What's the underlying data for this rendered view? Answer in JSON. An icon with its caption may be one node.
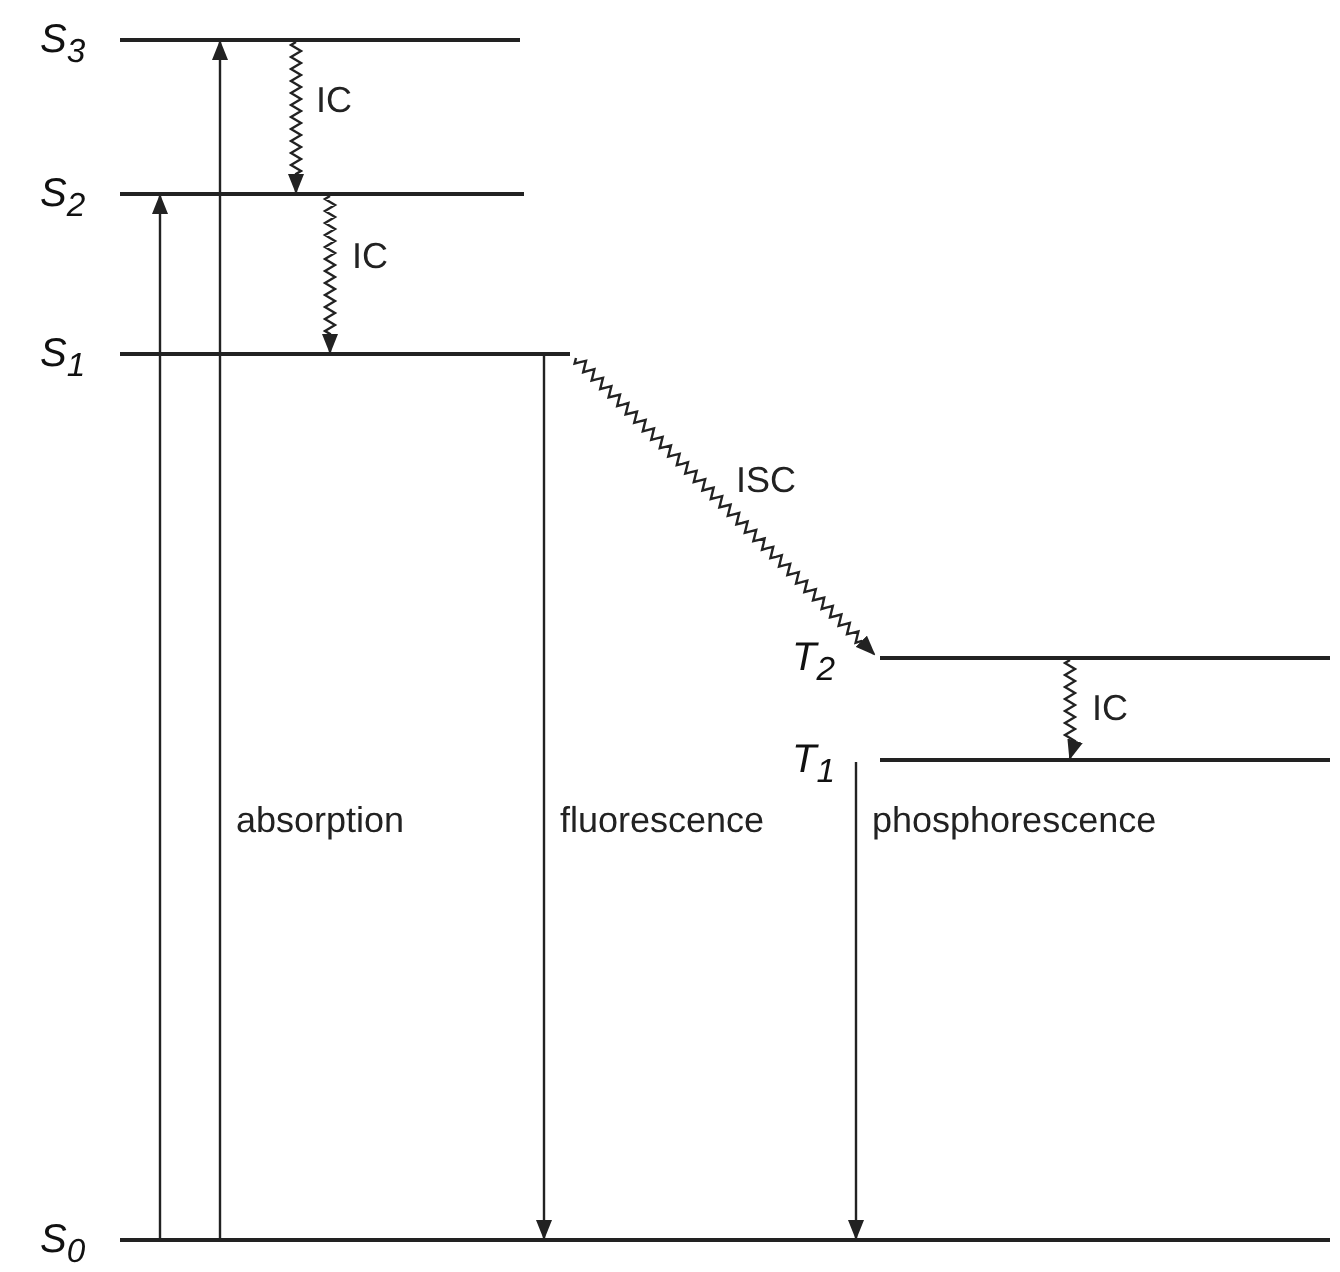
{
  "diagram": {
    "nodes": [
      {
        "text": [
          "S$_{3}$"
        ]
      },
      {
        "text": [
          "S$_{2}$"
        ]
      },
      {
        "text": [
          "S$_{1}$"
        ]
      },
      {
        "text": [
          "T$_{2}$"
        ]
      },
      {
        "text": [
          "T$_{1}$"
        ]
      },
      {
        "text": [
          "S$_{0}$"
        ]
      }
    ],
    "edges": [
      {
        "from": 5,
        "to": 1,
        "arrow": "to"
      },
      {
        "from": 5,
        "to": 0,
        "arrow": "to",
        "label": "absorption"
      },
      {
        "from": 0,
        "to": 1,
        "arrow": "to",
        "label": "IC"
      },
      {
        "from": 1,
        "to": 2,
        "arrow": "to",
        "label": "IC"
      },
      {
        "from": 2,
        "to": 3,
        "arrow": "to",
        "label": "ISC"
      },
      {
        "from": 3,
        "to": 4,
        "arrow": "to",
        "label": "IC"
      },
      {
        "from": 2,
        "to": 5,
        "arrow": "to",
        "label": "fluorescence"
      },
      {
        "from": 4,
        "to": 5,
        "arrow": "to",
        "label": "phosphorescence"
      }
    ]
  }
}
